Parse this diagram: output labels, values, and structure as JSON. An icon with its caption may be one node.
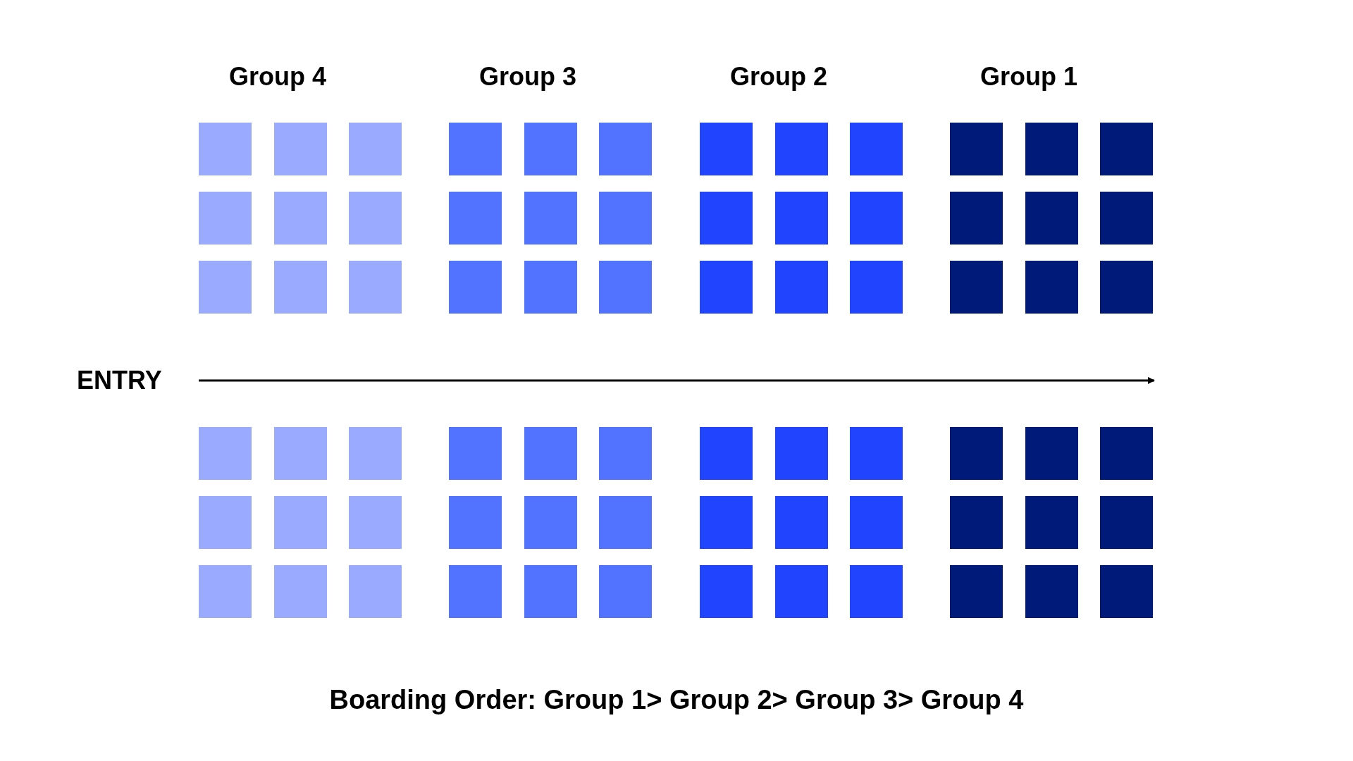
{
  "diagram": {
    "caption": "Boarding Order: Group 1> Group 2> Group 3> Group 4",
    "labels": [
      "Group 4",
      "Group 3",
      "Group 2",
      "Group 1",
      "ENTRY"
    ]
  }
}
